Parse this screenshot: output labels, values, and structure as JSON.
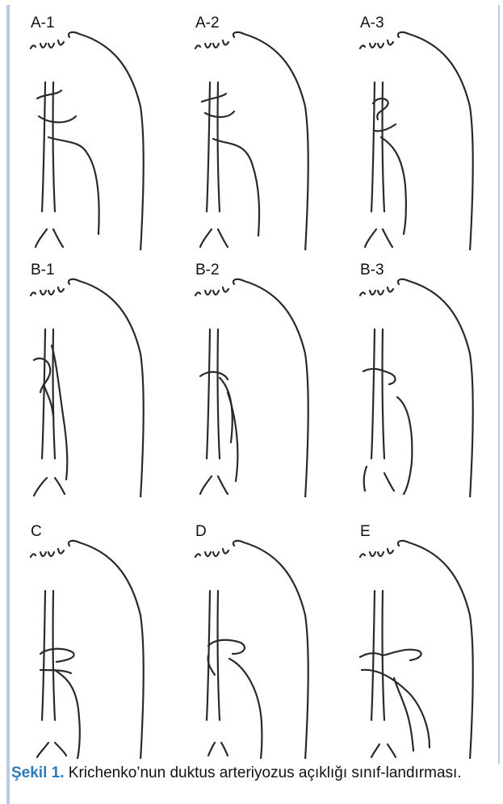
{
  "figure": {
    "panels": [
      {
        "label": "A-1",
        "variant": "a1"
      },
      {
        "label": "A-2",
        "variant": "a2"
      },
      {
        "label": "A-3",
        "variant": "a3"
      },
      {
        "label": "B-1",
        "variant": "b1"
      },
      {
        "label": "B-2",
        "variant": "b2"
      },
      {
        "label": "B-3",
        "variant": "b3"
      },
      {
        "label": "C",
        "variant": "c"
      },
      {
        "label": "D",
        "variant": "d"
      },
      {
        "label": "E",
        "variant": "e"
      }
    ]
  },
  "caption": {
    "title": "Şekil 1.",
    "text": " Krichenko’nun duktus arteriyozus açıklığı sınıf-landırması."
  },
  "colors": {
    "stroke": "#2a2a2a",
    "caption_title": "#2b7bc0",
    "panel_border": "#b7cbe4"
  }
}
